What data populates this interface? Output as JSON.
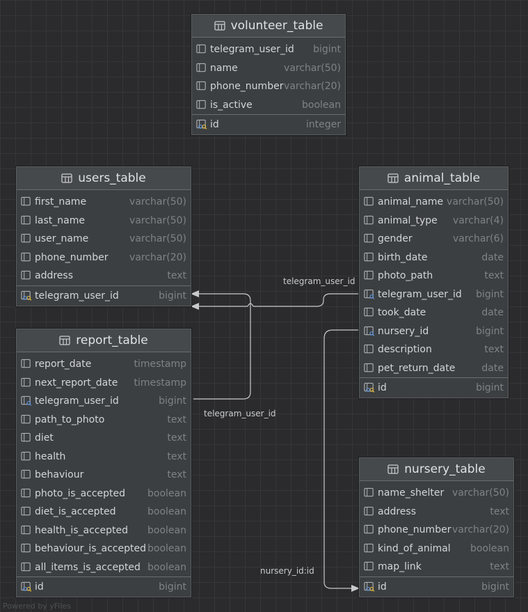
{
  "tables": [
    {
      "id": "volunteer",
      "name": "volunteer_table",
      "columns": [
        {
          "name": "telegram_user_id",
          "type": "bigint",
          "key": "none"
        },
        {
          "name": "name",
          "type": "varchar(50)",
          "key": "none"
        },
        {
          "name": "phone_number",
          "type": "varchar(20)",
          "key": "none"
        },
        {
          "name": "is_active",
          "type": "boolean",
          "key": "none"
        }
      ],
      "pk": {
        "name": "id",
        "type": "integer",
        "key": "pk"
      }
    },
    {
      "id": "users",
      "name": "users_table",
      "columns": [
        {
          "name": "first_name",
          "type": "varchar(50)",
          "key": "none"
        },
        {
          "name": "last_name",
          "type": "varchar(50)",
          "key": "none"
        },
        {
          "name": "user_name",
          "type": "varchar(50)",
          "key": "none"
        },
        {
          "name": "phone_number",
          "type": "varchar(20)",
          "key": "none"
        },
        {
          "name": "address",
          "type": "text",
          "key": "none"
        }
      ],
      "pk": {
        "name": "telegram_user_id",
        "type": "bigint",
        "key": "pk"
      }
    },
    {
      "id": "animal",
      "name": "animal_table",
      "columns": [
        {
          "name": "animal_name",
          "type": "varchar(50)",
          "key": "none"
        },
        {
          "name": "animal_type",
          "type": "varchar(4)",
          "key": "none"
        },
        {
          "name": "gender",
          "type": "varchar(6)",
          "key": "none"
        },
        {
          "name": "birth_date",
          "type": "date",
          "key": "none"
        },
        {
          "name": "photo_path",
          "type": "text",
          "key": "none"
        },
        {
          "name": "telegram_user_id",
          "type": "bigint",
          "key": "fk"
        },
        {
          "name": "took_date",
          "type": "date",
          "key": "none"
        },
        {
          "name": "nursery_id",
          "type": "bigint",
          "key": "fk"
        },
        {
          "name": "description",
          "type": "text",
          "key": "none"
        },
        {
          "name": "pet_return_date",
          "type": "date",
          "key": "none"
        }
      ],
      "pk": {
        "name": "id",
        "type": "bigint",
        "key": "pk"
      }
    },
    {
      "id": "report",
      "name": "report_table",
      "columns": [
        {
          "name": "report_date",
          "type": "timestamp",
          "key": "none"
        },
        {
          "name": "next_report_date",
          "type": "timestamp",
          "key": "none"
        },
        {
          "name": "telegram_user_id",
          "type": "bigint",
          "key": "fk"
        },
        {
          "name": "path_to_photo",
          "type": "text",
          "key": "none"
        },
        {
          "name": "diet",
          "type": "text",
          "key": "none"
        },
        {
          "name": "health",
          "type": "text",
          "key": "none"
        },
        {
          "name": "behaviour",
          "type": "text",
          "key": "none"
        },
        {
          "name": "photo_is_accepted",
          "type": "boolean",
          "key": "none"
        },
        {
          "name": "diet_is_accepted",
          "type": "boolean",
          "key": "none"
        },
        {
          "name": "health_is_accepted",
          "type": "boolean",
          "key": "none"
        },
        {
          "name": "behaviour_is_accepted",
          "type": "boolean",
          "key": "none"
        },
        {
          "name": "all_items_is_accepted",
          "type": "boolean",
          "key": "none"
        }
      ],
      "pk": {
        "name": "id",
        "type": "bigint",
        "key": "pk"
      }
    },
    {
      "id": "nursery",
      "name": "nursery_table",
      "columns": [
        {
          "name": "name_shelter",
          "type": "varchar(50)",
          "key": "none"
        },
        {
          "name": "address",
          "type": "text",
          "key": "none"
        },
        {
          "name": "phone_number",
          "type": "varchar(20)",
          "key": "none"
        },
        {
          "name": "kind_of_animal",
          "type": "boolean",
          "key": "none"
        },
        {
          "name": "map_link",
          "type": "text",
          "key": "none"
        }
      ],
      "pk": {
        "name": "id",
        "type": "bigint",
        "key": "pk"
      }
    }
  ],
  "edges": [
    {
      "label": "telegram_user_id"
    },
    {
      "label": "telegram_user_id"
    },
    {
      "label": "nursery_id:id"
    }
  ],
  "watermark": "Powered by yFiles",
  "colors": {
    "pk_icon": "#e0b63c",
    "fk_icon": "#5b8fd6",
    "edge": "#c8cacd"
  }
}
